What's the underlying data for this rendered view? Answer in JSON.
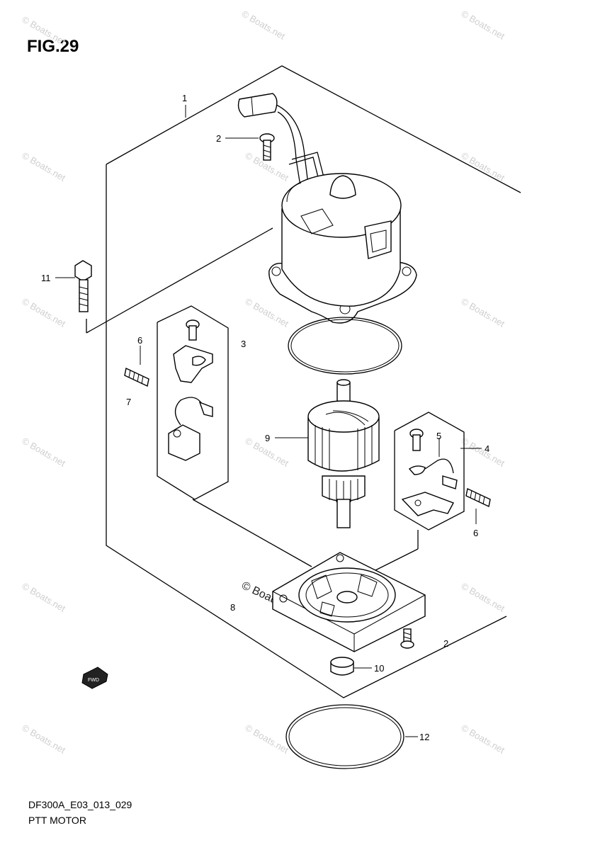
{
  "figure": {
    "title": "FIG.29",
    "code": "DF300A_E03_013_029",
    "name": "PTT MOTOR"
  },
  "watermark": {
    "text": "© Boats.net"
  },
  "callouts": [
    {
      "id": "c1",
      "label": "1"
    },
    {
      "id": "c2a",
      "label": "2"
    },
    {
      "id": "c2b",
      "label": "2"
    },
    {
      "id": "c3",
      "label": "3"
    },
    {
      "id": "c4",
      "label": "4"
    },
    {
      "id": "c5",
      "label": "5"
    },
    {
      "id": "c6a",
      "label": "6"
    },
    {
      "id": "c6b",
      "label": "6"
    },
    {
      "id": "c7",
      "label": "7"
    },
    {
      "id": "c8",
      "label": "8"
    },
    {
      "id": "c9",
      "label": "9"
    },
    {
      "id": "c10",
      "label": "10"
    },
    {
      "id": "c11",
      "label": "11"
    },
    {
      "id": "c12",
      "label": "12"
    }
  ],
  "fwd_badge": {
    "text": "FWD"
  }
}
